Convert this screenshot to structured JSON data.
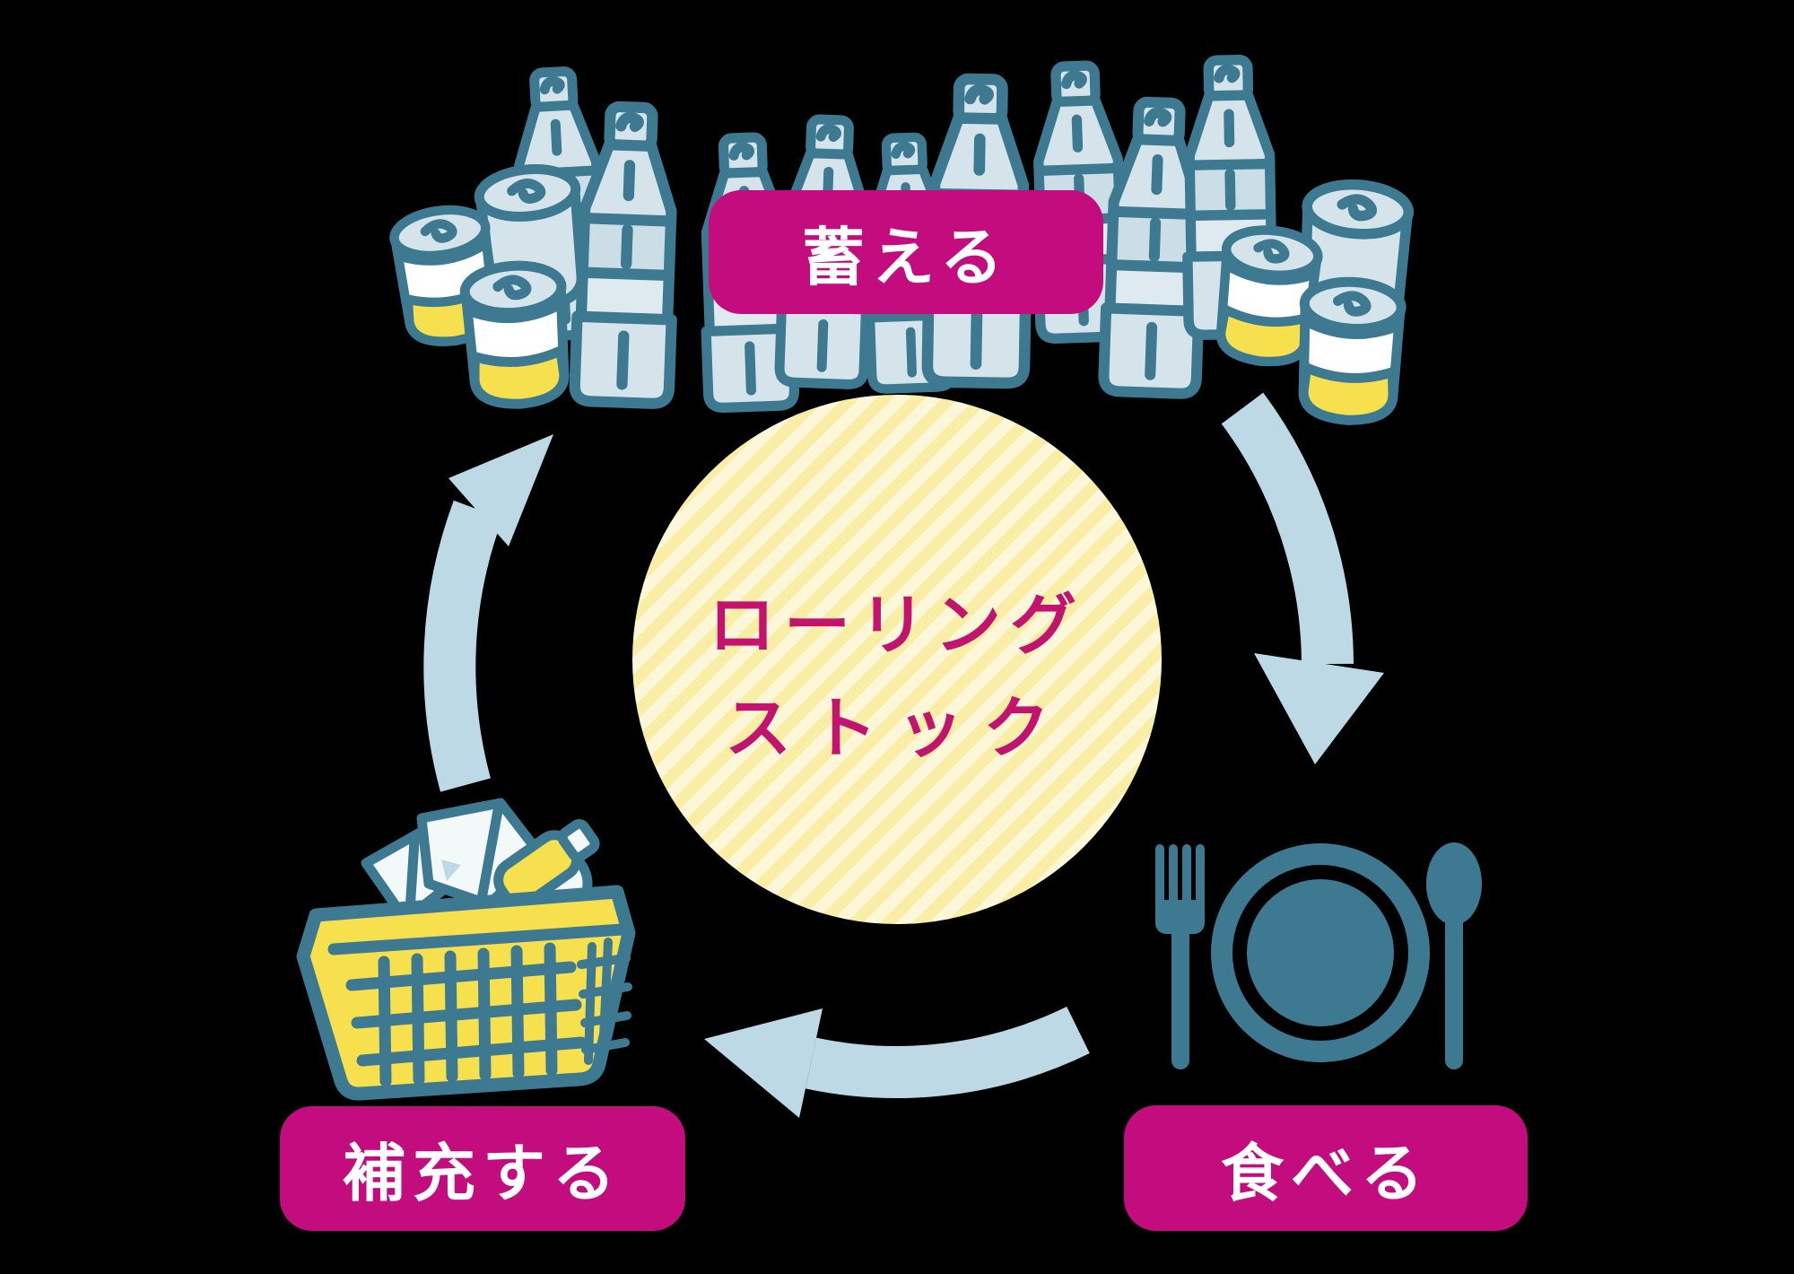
{
  "diagram": {
    "center": {
      "title_line1": "ローリング",
      "title_line2": "ストック"
    },
    "labels": {
      "store": "蓄える",
      "eat": "食べる",
      "replenish": "補充する"
    }
  },
  "icons": {
    "store": "water-bottles-and-canned-food-illustration",
    "eat": "plate-fork-spoon-icon",
    "replenish": "shopping-basket-icon",
    "arrows": [
      "arrow-store-to-eat",
      "arrow-eat-to-replenish",
      "arrow-replenish-to-store"
    ]
  },
  "colors": {
    "background": "#000000",
    "label_magenta": "#c30d7f",
    "center_text_magenta": "#c2136f",
    "outline_teal": "#3e7992",
    "bottle_fill": "#d5e4eb",
    "arrow_blue": "#bdd9e6",
    "yellow": "#f7e04e",
    "stripe_light": "#fdf7da",
    "stripe_dark": "#faeea6"
  }
}
